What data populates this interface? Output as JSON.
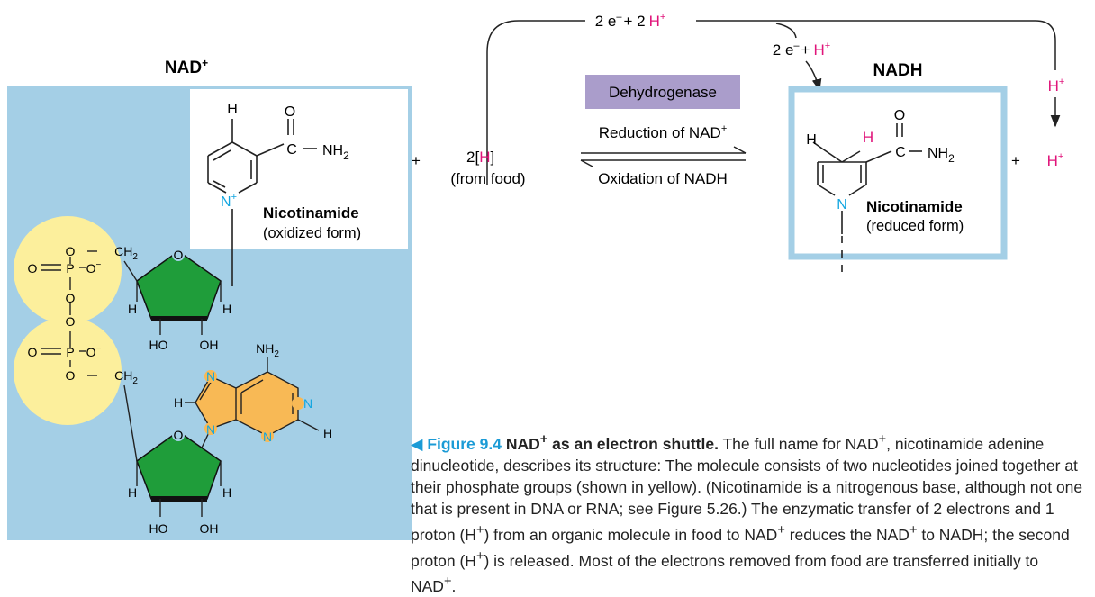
{
  "colors": {
    "accent_magenta": "#e0147a",
    "nitrogen_blue": "#13a6e0",
    "panel_blue": "#a4cfe6",
    "phosphate_yellow": "#fcef9c",
    "sugar_green": "#1f9d3a",
    "base_orange": "#f8b955",
    "figure_label_blue": "#1b9bd6",
    "enzyme_box": "#aa9dcb"
  },
  "nad_plus": {
    "title_main": "NAD",
    "title_sup": "+",
    "nicotinamide_label": "Nicotinamide",
    "nicotinamide_form": "(oxidized form)",
    "nitrogen_label": "N",
    "nitrogen_charge": "+",
    "atom_h": "H",
    "atom_o": "O",
    "amide_c": "C",
    "amide_nh": "NH",
    "sub_2": "2",
    "amine_nh": "NH",
    "ring_n": "N",
    "phosphate_p": "P",
    "phosphate_o_minus": "O",
    "minus_sign": "−",
    "link_o": "O",
    "ch": "CH",
    "ho": "HO",
    "oh": "OH"
  },
  "reaction": {
    "top_electrons": "2 e",
    "top_plus": "+ 2",
    "top_h": "H",
    "mid_electrons": "2 e",
    "mid_plus": "+",
    "mid_h": "H",
    "right_h": "H",
    "right_h2": "H",
    "plus": "+",
    "reactant_2": "2[",
    "reactant_h": "H",
    "reactant_close": "]",
    "from_food": "(from food)",
    "enzyme": "Dehydrogenase",
    "reduction": "Reduction of NAD",
    "oxidation": "Oxidation of NADH",
    "superscript_plus": "+",
    "superscript_minus": "–"
  },
  "nadh": {
    "title": "NADH",
    "nicotinamide_label": "Nicotinamide",
    "nicotinamide_form": "(reduced form)"
  },
  "caption": {
    "fig_label": "◀ Figure 9.4",
    "title_pre": "NAD",
    "title_post": " as an electron shuttle.",
    "s1": " The full name for NAD",
    "s2": ", nicotinamide adenine dinucleotide, describes its structure: The molecule consists of two nucleotides joined together at their phosphate groups (shown in yellow). (Nicotinamide is a nitrogenous base, although not one that is present in DNA or RNA; see Figure 5.26.) The enzymatic transfer of 2 electrons and 1 proton (H",
    "s3": ") from an organic molecule in food to NAD",
    "s4": " reduces the NAD",
    "s5": " to NADH; the second proton (H",
    "s6": ") is released. Most of the electrons removed from food are transferred initially to NAD",
    "s7": ".",
    "sup": "+"
  }
}
